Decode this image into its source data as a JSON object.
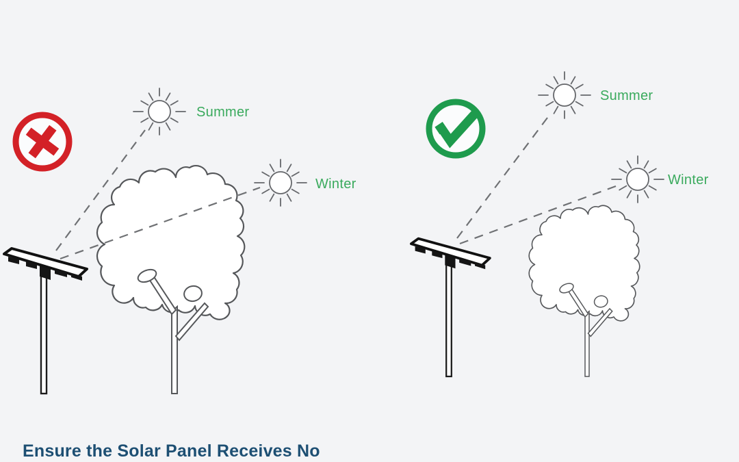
{
  "caption": "Ensure the Solar Panel Receives No",
  "colors": {
    "background": "#f3f4f6",
    "wrong_red": "#d32127",
    "correct_green": "#1e9b4d",
    "label_green": "#3aaa5d",
    "caption_blue": "#1d4f73",
    "sketch_gray": "#55575a",
    "dash_gray": "#6f7174"
  },
  "scenes": {
    "left": {
      "icon": "cross-circle-icon",
      "summer_label": "Summer",
      "winter_label": "Winter"
    },
    "right": {
      "icon": "check-circle-icon",
      "summer_label": "Summer",
      "winter_label": "Winter"
    }
  }
}
